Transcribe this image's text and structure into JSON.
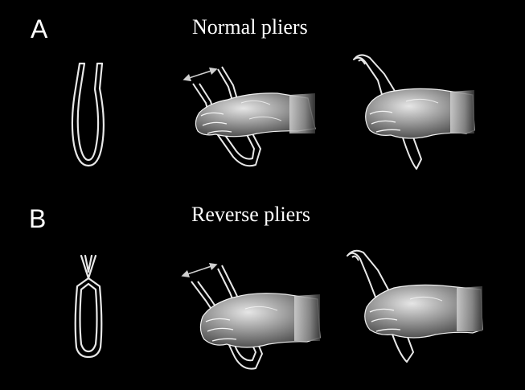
{
  "panels": {
    "a": {
      "letter": "A",
      "title": "Normal pliers"
    },
    "b": {
      "letter": "B",
      "title": "Reverse pliers"
    }
  },
  "colors": {
    "background": "#000000",
    "line": "#e8e8e8",
    "hand_fill": "#6a6a6a",
    "hand_highlight": "#d8d8d8"
  },
  "icons": {
    "pliers": "pliers-outline-icon",
    "hand": "gripping-hand-icon",
    "opening": "double-arrow-icon"
  }
}
